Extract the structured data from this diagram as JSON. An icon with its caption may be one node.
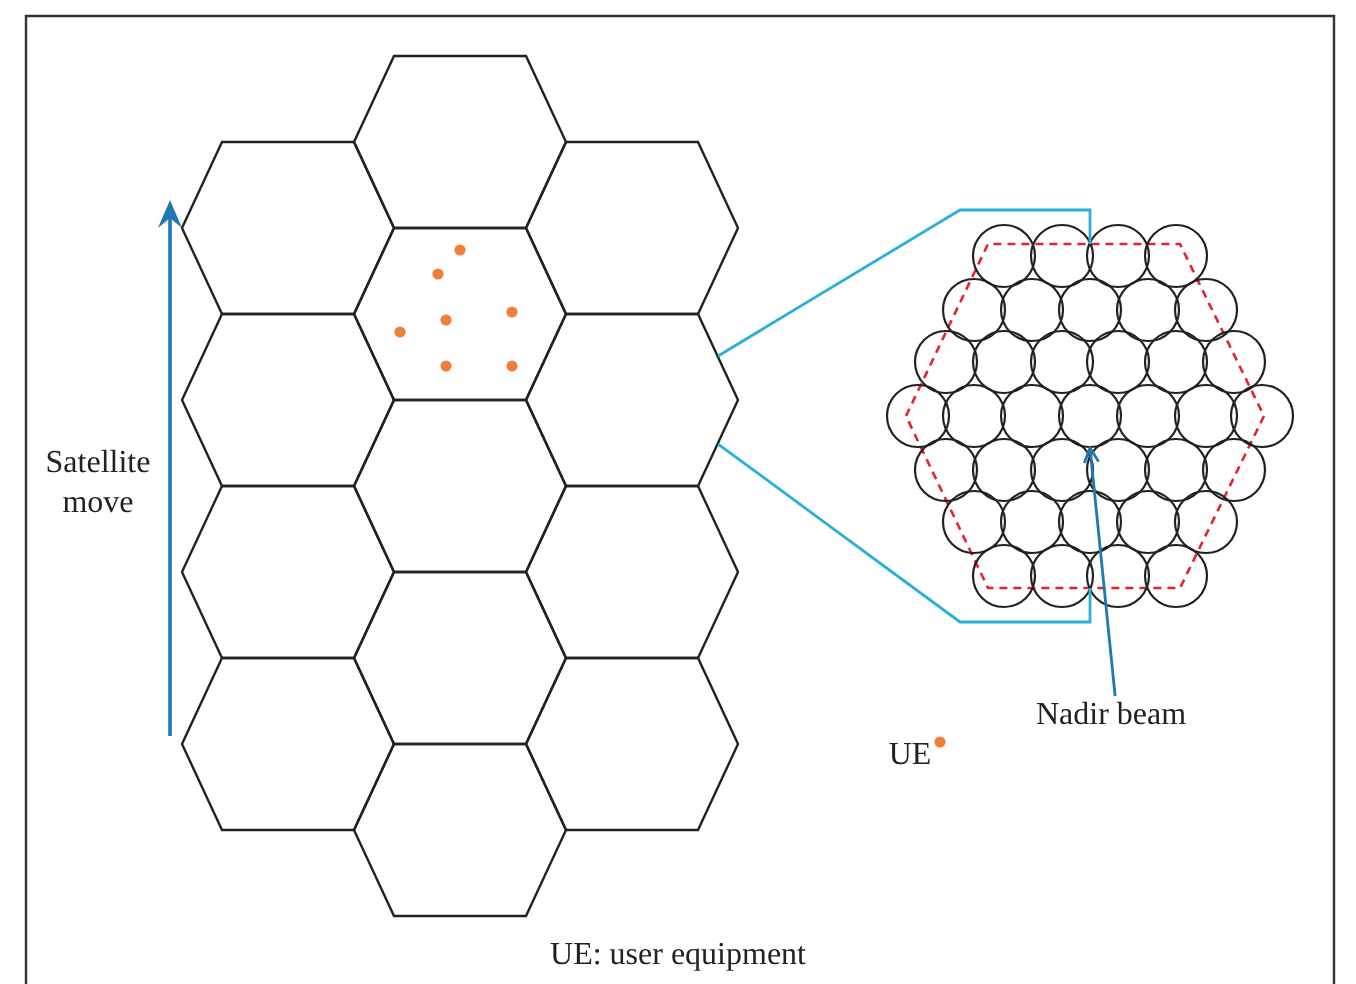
{
  "diagram": {
    "caption": "UE: user equipment",
    "nodes": [
      {
        "text": [],
        "shape": "hexagon"
      },
      {
        "text": [],
        "shape": "hexagon"
      },
      {
        "text": [],
        "shape": "hexagon"
      },
      {
        "text": [],
        "shape": "hexagon"
      },
      {
        "text": [],
        "shape": "hexagon"
      },
      {
        "text": [],
        "shape": "hexagon"
      },
      {
        "text": [],
        "shape": "hexagon"
      },
      {
        "text": [],
        "shape": "hexagon"
      },
      {
        "text": [],
        "shape": "hexagon"
      },
      {
        "text": [],
        "shape": "hexagon"
      },
      {
        "text": [],
        "shape": "hexagon"
      },
      {
        "text": [],
        "shape": "hexagon"
      },
      {
        "text": [],
        "shape": "hexagon"
      },
      {
        "text": [],
        "shape": "hexagon"
      },
      {
        "text": [],
        "shape": "circle",
        "in": 13
      },
      {
        "text": [],
        "shape": "circle",
        "in": 13
      },
      {
        "text": [],
        "shape": "circle",
        "in": 13
      },
      {
        "text": [],
        "shape": "circle",
        "in": 13
      },
      {
        "text": [],
        "shape": "circle",
        "in": 13
      },
      {
        "text": [],
        "shape": "circle",
        "in": 13
      },
      {
        "text": [],
        "shape": "circle",
        "in": 13
      },
      {
        "text": [],
        "shape": "circle",
        "in": 13
      },
      {
        "text": [],
        "shape": "circle",
        "in": 13
      },
      {
        "text": [],
        "shape": "circle",
        "in": 13
      },
      {
        "text": [],
        "shape": "circle",
        "in": 13
      },
      {
        "text": [],
        "shape": "circle",
        "in": 13
      },
      {
        "text": [],
        "shape": "circle",
        "in": 13
      },
      {
        "text": [],
        "shape": "circle",
        "in": 13
      },
      {
        "text": [],
        "shape": "circle",
        "in": 13
      },
      {
        "text": [],
        "shape": "circle",
        "in": 13
      },
      {
        "text": [],
        "shape": "circle",
        "in": 13
      },
      {
        "text": [],
        "shape": "circle",
        "in": 13
      },
      {
        "text": [],
        "shape": "circle",
        "in": 13
      },
      {
        "text": [],
        "shape": "circle",
        "in": 13
      },
      {
        "text": [],
        "shape": "circle",
        "in": 13
      },
      {
        "text": [],
        "shape": "circle",
        "in": 13
      },
      {
        "text": [],
        "shape": "circle",
        "in": 13
      },
      {
        "text": [],
        "shape": "circle",
        "in": 13
      },
      {
        "text": [],
        "shape": "circle",
        "in": 13
      },
      {
        "text": [],
        "shape": "circle",
        "in": 13
      },
      {
        "text": [],
        "shape": "circle",
        "in": 13
      },
      {
        "text": [],
        "shape": "circle",
        "in": 13
      },
      {
        "text": [],
        "shape": "circle",
        "in": 13
      },
      {
        "text": [],
        "shape": "circle",
        "in": 13
      },
      {
        "text": [],
        "shape": "circle",
        "in": 13
      },
      {
        "text": [],
        "shape": "circle",
        "in": 13
      },
      {
        "text": [],
        "shape": "circle",
        "in": 13
      },
      {
        "text": [],
        "shape": "circle",
        "in": 13
      },
      {
        "text": [],
        "shape": "circle",
        "in": 13
      },
      {
        "text": [],
        "shape": "circle",
        "in": 13
      },
      {
        "text": [],
        "shape": "circle",
        "in": 13
      },
      {
        "text": [
          "Nadir beam"
        ]
      }
    ],
    "edges": [
      {
        "from": 5,
        "to": 13,
        "arrow": "none",
        "color": "#2bb0d8"
      },
      {
        "from": 5,
        "to": 13,
        "arrow": "none",
        "color": "#2bb0d8"
      },
      {
        "from": 51,
        "to": 32,
        "arrow": "to",
        "color": "#1e78b4"
      }
    ],
    "labels": [
      "Satellite move",
      "UE"
    ]
  }
}
